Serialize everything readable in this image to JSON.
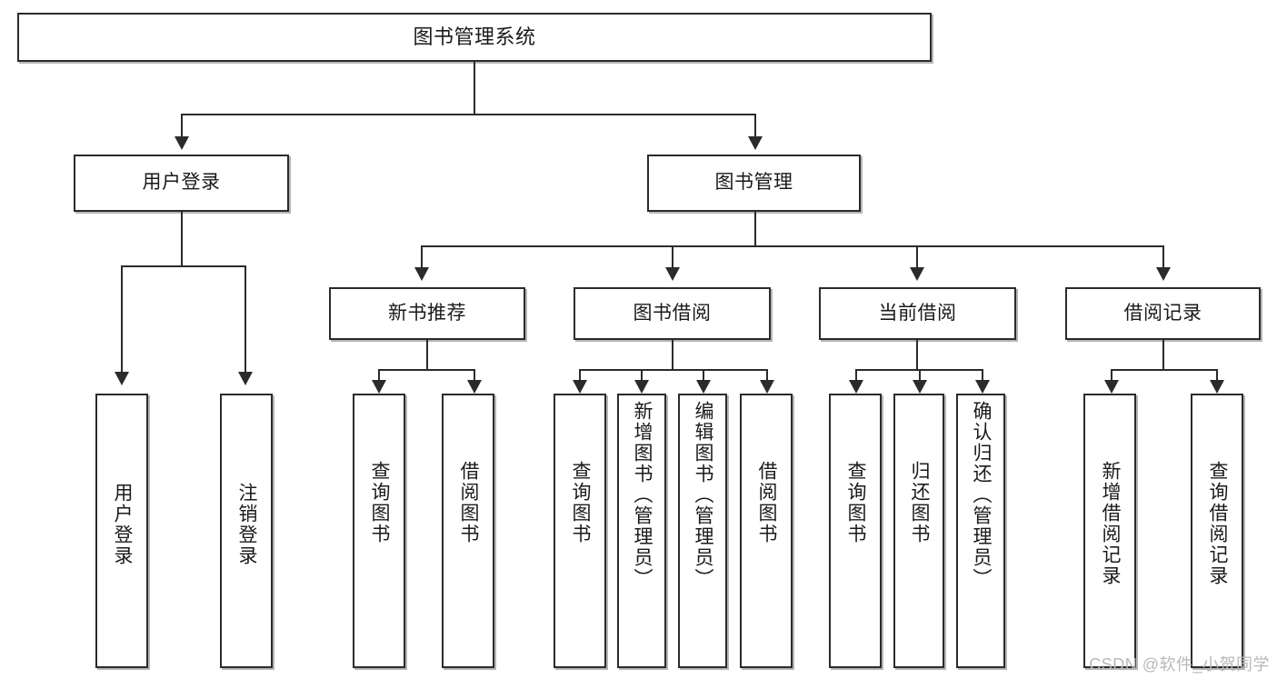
{
  "diagram": {
    "title": "图书管理系统",
    "type": "hierarchy-tree",
    "root": {
      "label": "图书管理系统"
    },
    "level2": [
      {
        "id": "user-login",
        "label": "用户登录"
      },
      {
        "id": "book-management",
        "label": "图书管理"
      }
    ],
    "level3": [
      {
        "id": "new-book-recommend",
        "label": "新书推荐",
        "parent": "book-management"
      },
      {
        "id": "book-borrow",
        "label": "图书借阅",
        "parent": "book-management"
      },
      {
        "id": "current-borrow",
        "label": "当前借阅",
        "parent": "book-management"
      },
      {
        "id": "borrow-record",
        "label": "借阅记录",
        "parent": "book-management"
      }
    ],
    "leaves": [
      {
        "id": "leaf-user-login",
        "label": "用户登录",
        "parent": "user-login"
      },
      {
        "id": "leaf-logout",
        "label": "注销登录",
        "parent": "user-login"
      },
      {
        "id": "leaf-query-book-1",
        "label": "查询图书",
        "parent": "new-book-recommend"
      },
      {
        "id": "leaf-borrow-book-1",
        "label": "借阅图书",
        "parent": "new-book-recommend"
      },
      {
        "id": "leaf-query-book-2",
        "label": "查询图书",
        "parent": "book-borrow"
      },
      {
        "id": "leaf-add-book",
        "label": "新增图书（管理员）",
        "parent": "book-borrow"
      },
      {
        "id": "leaf-edit-book",
        "label": "编辑图书（管理员）",
        "parent": "book-borrow"
      },
      {
        "id": "leaf-borrow-book-2",
        "label": "借阅图书",
        "parent": "book-borrow"
      },
      {
        "id": "leaf-query-book-3",
        "label": "查询图书",
        "parent": "current-borrow"
      },
      {
        "id": "leaf-return-book",
        "label": "归还图书",
        "parent": "current-borrow"
      },
      {
        "id": "leaf-confirm-return",
        "label": "确认归还（管理员）",
        "parent": "current-borrow"
      },
      {
        "id": "leaf-add-record",
        "label": "新增借阅记录",
        "parent": "borrow-record"
      },
      {
        "id": "leaf-query-record",
        "label": "查询借阅记录",
        "parent": "borrow-record"
      }
    ],
    "watermark": "CSDN @软件_小贺同学",
    "colors": {
      "stroke": "#2b2b2b",
      "fill": "#ffffff",
      "text": "#1a1a1a",
      "watermark": "#b9b9b9"
    }
  }
}
